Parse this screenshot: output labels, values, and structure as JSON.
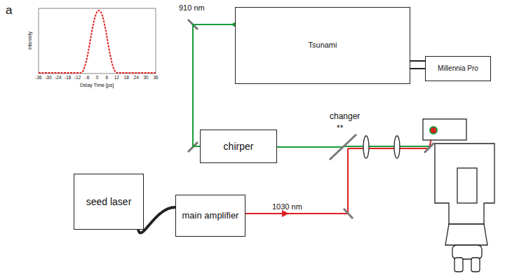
{
  "diagram": {
    "nodes": [
      {
        "text": [
          "Tsunami"
        ]
      },
      {
        "text": [
          "Millennia Pro"
        ]
      },
      {
        "text": [
          "chirper"
        ]
      },
      {
        "text": [
          "seed laser"
        ]
      },
      {
        "text": [
          "main amplifier"
        ]
      }
    ],
    "edges": [
      {
        "from": 1,
        "to": 0,
        "arrow": "none"
      },
      {
        "from": 0,
        "to": 2,
        "arrow": "to"
      },
      {
        "from": 3,
        "to": 4,
        "arrow": "none"
      }
    ],
    "labels": [
      "a",
      "Intensity",
      "Delay Time [ps]",
      "-36",
      "-30",
      "-24",
      "-18",
      "-12",
      "-6",
      "0",
      "6",
      "12",
      "18",
      "24",
      "30",
      "36",
      "910 nm",
      "1030 nm",
      "changer",
      "**"
    ]
  }
}
